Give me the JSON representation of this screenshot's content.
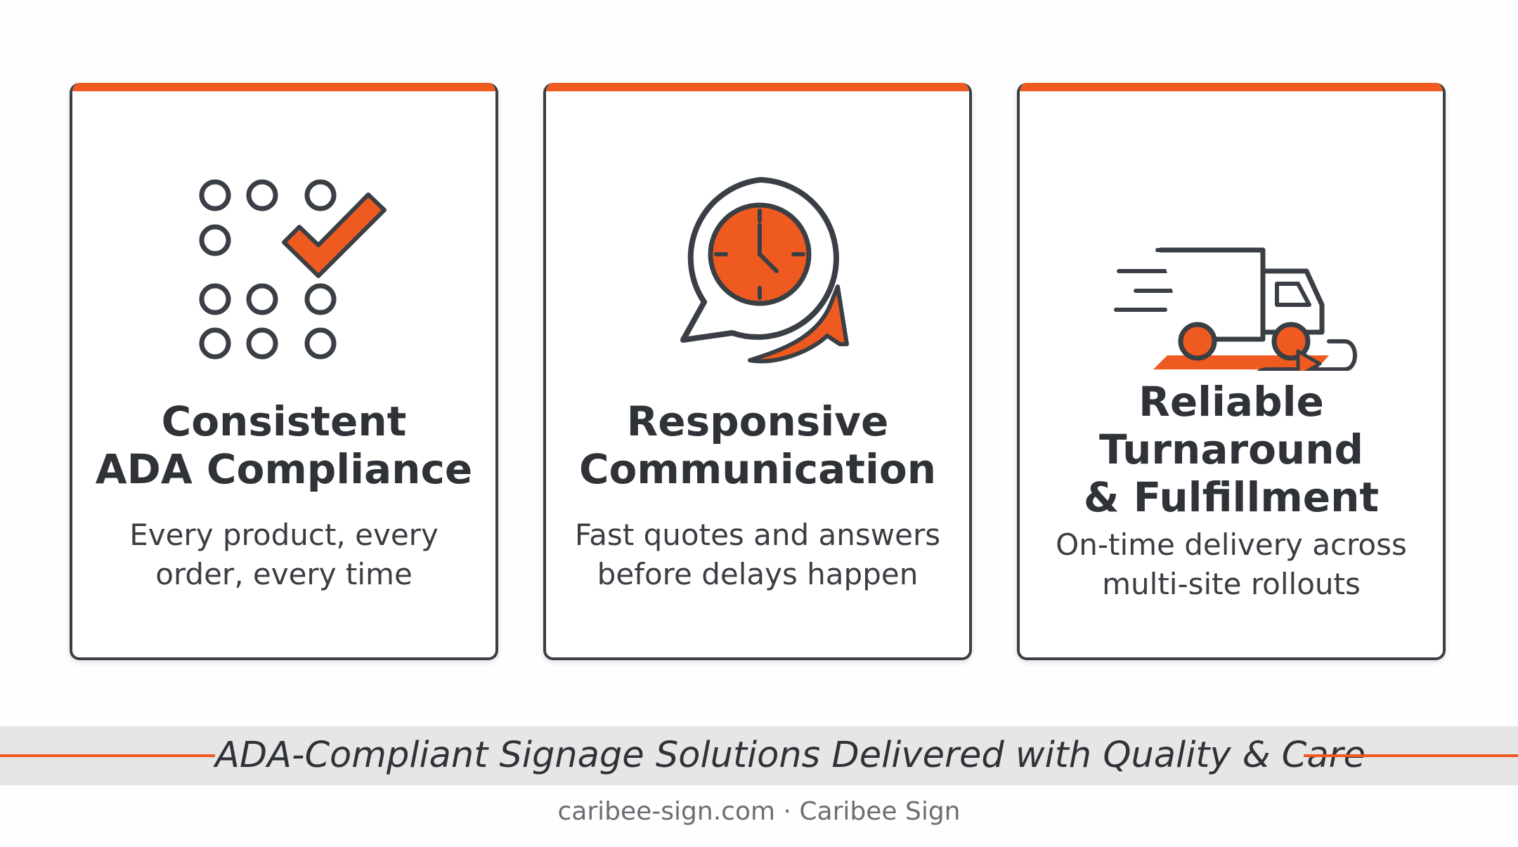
{
  "colors": {
    "accent": "#ee5a1f",
    "outline": "#3a3f45",
    "text": "#2f3338",
    "muted": "#6a6e73",
    "banner_bg": "#e6e6e6"
  },
  "cards": [
    {
      "icon": "checklist-check-icon",
      "title": "Consistent\nADA Compliance",
      "description": "Every product, every\norder, every time"
    },
    {
      "icon": "chat-clock-icon",
      "title": "Responsive\nCommunication",
      "description": "Fast quotes and answers\nbefore delays happen"
    },
    {
      "icon": "delivery-truck-icon",
      "title": "Reliable\nTurnaround\n& Fulfillment",
      "description": "On-time delivery across\nmulti-site rollouts"
    }
  ],
  "banner": {
    "text": "ADA-Compliant Signage Solutions Delivered with Quality & Care"
  },
  "footer": {
    "text": "caribee-sign.com · Caribee Sign"
  }
}
